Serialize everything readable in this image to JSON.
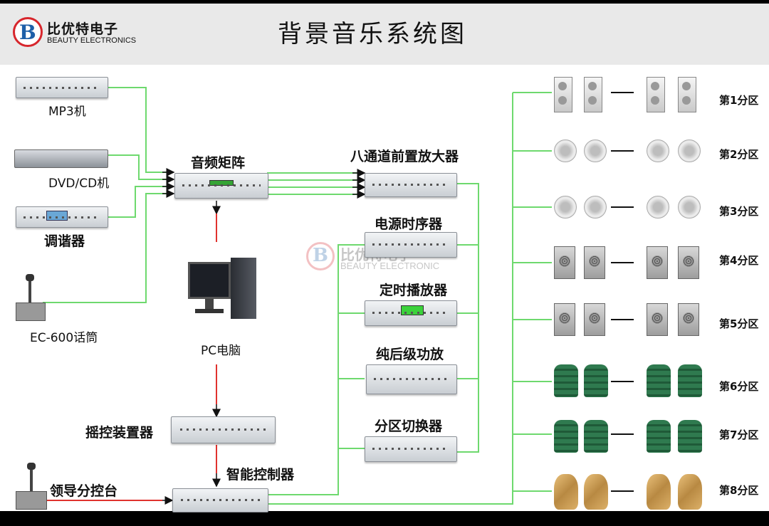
{
  "header": {
    "brand_cn": "比优特电子",
    "brand_en": "BEAUTY ELECTRONICS",
    "logo_letter": "B",
    "title": "背景音乐系统图"
  },
  "watermark": {
    "cn": "比优特电子",
    "en": "BEAUTY ELECTRONIC",
    "letter": "B"
  },
  "devices": {
    "mp3": "MP3机",
    "dvd": "DVD/CD机",
    "tuner": "调谐器",
    "mic": "EC-600话筒",
    "matrix": "音频矩阵",
    "pc": "PC电脑",
    "remote": "摇控装置器",
    "leader": "领导分控台",
    "controller": "智能控制器",
    "preamp": "八通道前置放大器",
    "sequencer": "电源时序器",
    "timer": "定时播放器",
    "amp": "纯后级功放",
    "switcher": "分区切换器"
  },
  "zones": [
    "第1分区",
    "第2分区",
    "第3分区",
    "第4分区",
    "第5分区",
    "第6分区",
    "第7分区",
    "第8分区"
  ],
  "colors": {
    "wire": "#6ed96e",
    "control": "#e0322e",
    "header_bg": "#e9e9e9",
    "speaker_green": "#2f7a4f"
  }
}
